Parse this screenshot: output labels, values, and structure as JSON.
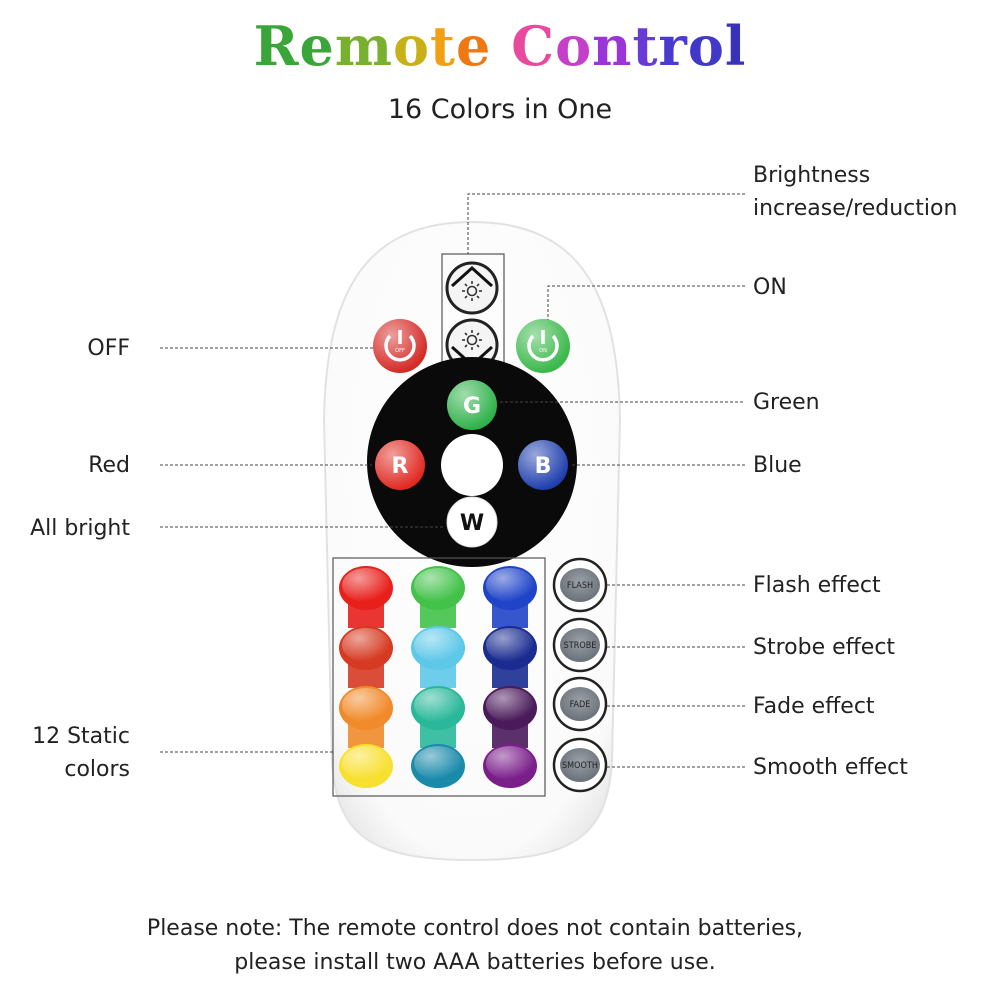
{
  "title": {
    "letters": [
      {
        "ch": "R",
        "color": "#3aa63a"
      },
      {
        "ch": "e",
        "color": "#3aa63a"
      },
      {
        "ch": "m",
        "color": "#78b030"
      },
      {
        "ch": "o",
        "color": "#c8b018"
      },
      {
        "ch": "t",
        "color": "#f0a010"
      },
      {
        "ch": "e",
        "color": "#f07810"
      },
      {
        "ch": " ",
        "color": "#ffffff"
      },
      {
        "ch": "C",
        "color": "#e84aa0"
      },
      {
        "ch": "o",
        "color": "#c440c8"
      },
      {
        "ch": "n",
        "color": "#9a36d8"
      },
      {
        "ch": "t",
        "color": "#6a3ad8"
      },
      {
        "ch": "r",
        "color": "#4a3ad0"
      },
      {
        "ch": "o",
        "color": "#4038c8"
      },
      {
        "ch": "l",
        "color": "#3832b8"
      }
    ]
  },
  "subtitle": "16 Colors in One",
  "labels": {
    "brightness_1": "Brightness",
    "brightness_2": "increase/reduction",
    "on": "ON",
    "off": "OFF",
    "green": "Green",
    "red": "Red",
    "blue": "Blue",
    "all_bright": "All bright",
    "static_1": "12 Static",
    "static_2": "colors",
    "flash": "Flash effect",
    "strobe": "Strobe effect",
    "fade": "Fade effect",
    "smooth": "Smooth effect"
  },
  "remote": {
    "off_label": "OFF",
    "on_label": "ON",
    "rgb_buttons": [
      {
        "letter": "G",
        "color": "#2fb24a"
      },
      {
        "letter": "R",
        "color": "#e02a22"
      },
      {
        "letter": "B",
        "color": "#1f3fae"
      },
      {
        "letter": "W",
        "color": "#ffffff"
      }
    ],
    "static_colors": [
      [
        "#e8201c",
        "#43c24a",
        "#1f44c8"
      ],
      [
        "#d63a22",
        "#5ec8e8",
        "#1a2c90"
      ],
      [
        "#f08a2a",
        "#2ab89a",
        "#4a1a5a"
      ],
      [
        "#f8e030",
        "#1a8aaa",
        "#7a1e8a"
      ]
    ],
    "effect_buttons": [
      "FLASH",
      "STROBE",
      "FADE",
      "SMOOTH"
    ]
  },
  "note": {
    "line1": "Please note: The remote control does not contain batteries,",
    "line2": "please install two AAA batteries before use."
  }
}
